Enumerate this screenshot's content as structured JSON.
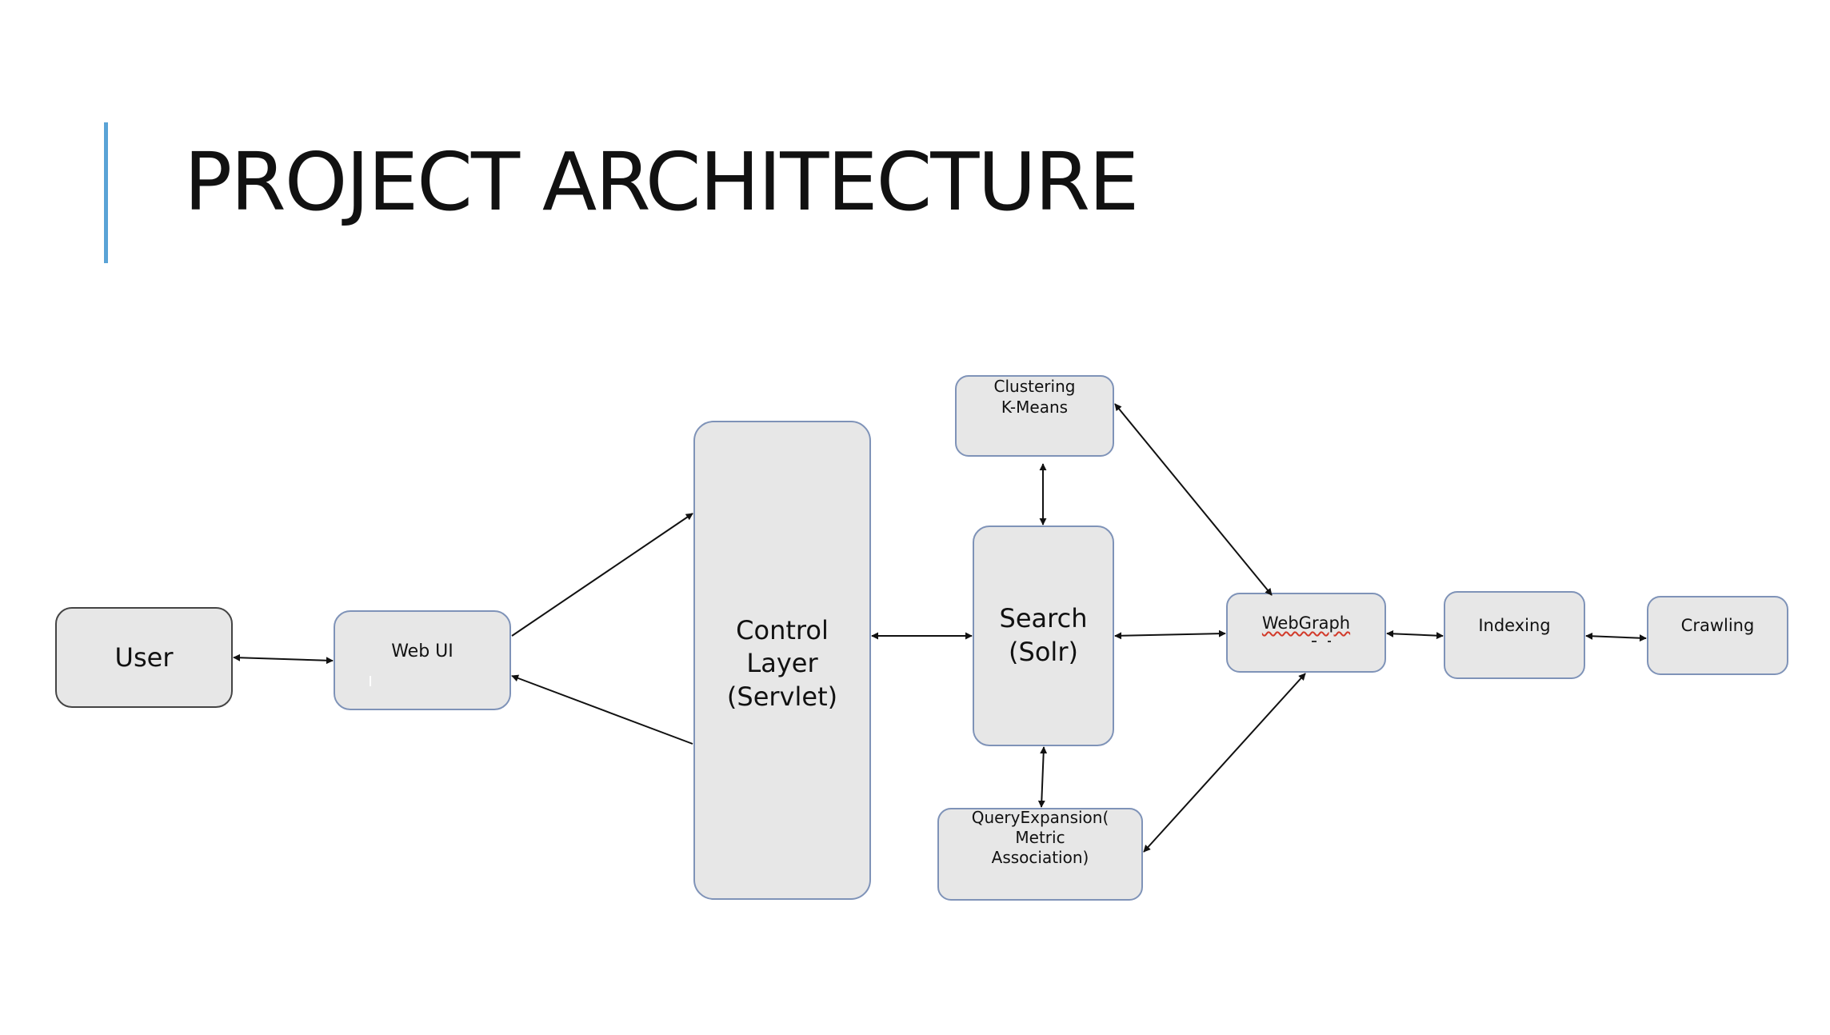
{
  "slide": {
    "title": "PROJECT ARCHITECTURE"
  },
  "colors": {
    "accent": "#5aa3d6",
    "node_fill": "#e7e7e7",
    "node_stroke": "#7f93b8",
    "spellcheck": "#d23a2a"
  },
  "nodes": {
    "user": "User",
    "web_ui": "Web UI",
    "control_layer": "Control\nLayer\n(Servlet)",
    "search": "Search\n(Solr)",
    "clustering": "Clustering\nK-Means",
    "query_expansion": "QueryExpansion(\nMetric\nAssociation)",
    "webgraph": "WebGraph",
    "indexing": "Indexing",
    "crawling": "Crawling"
  }
}
